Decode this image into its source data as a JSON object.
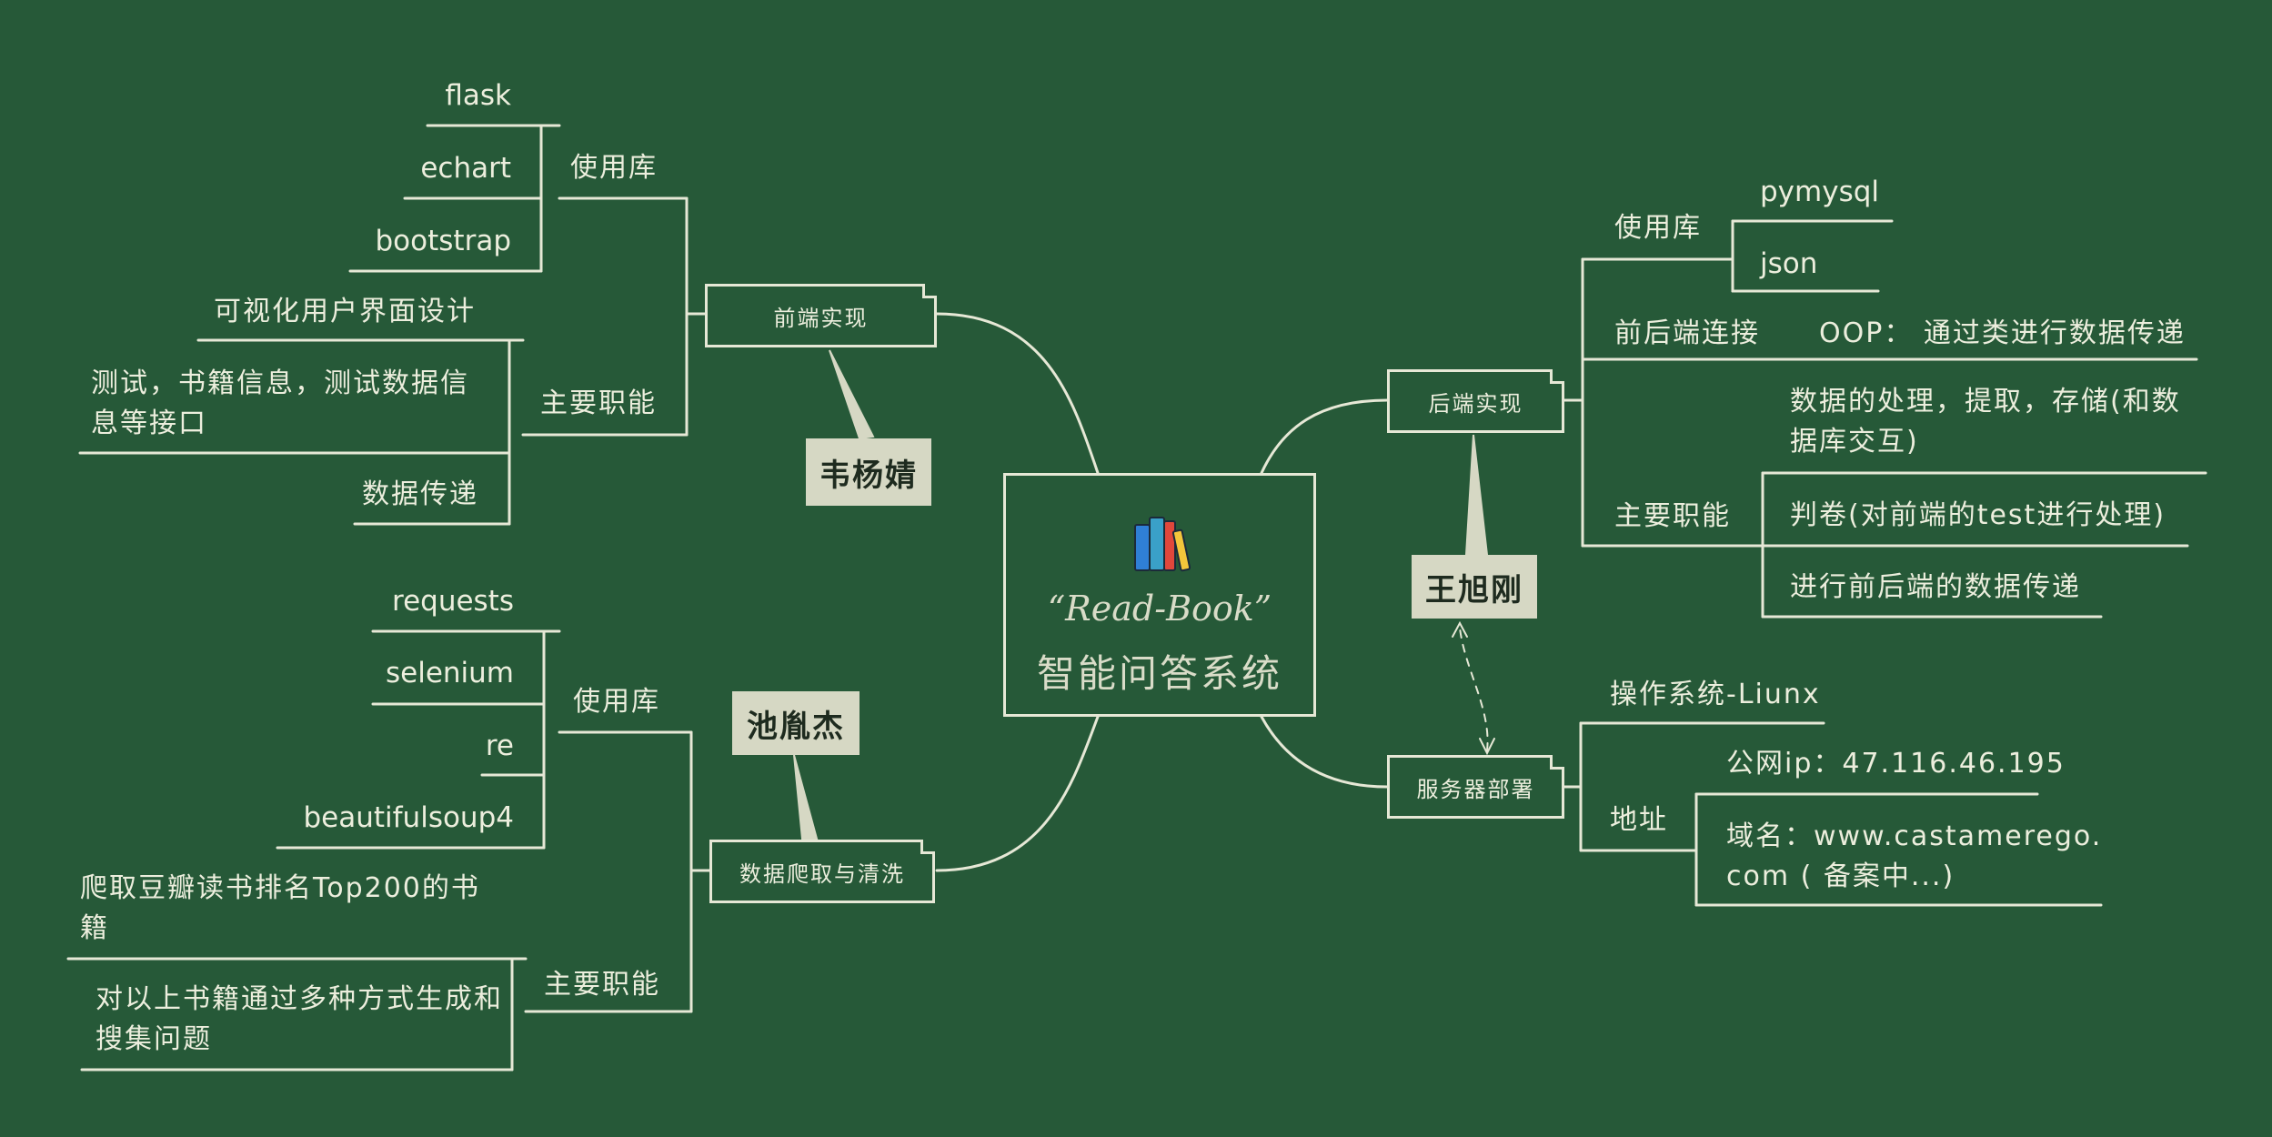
{
  "center": {
    "icon": "books-icon",
    "title_line1": "“Read-Book”",
    "title_line2": "智能问答系统"
  },
  "frontend": {
    "label": "前端实现",
    "owner": "韦杨婧",
    "libs_label": "使用库",
    "libs": [
      "flask",
      "echart",
      "bootstrap"
    ],
    "duties_label": "主要职能",
    "duties": [
      "可视化用户界面设计",
      "测试，书籍信息，测试数据信息等接口",
      "数据传递"
    ]
  },
  "crawler": {
    "label": "数据爬取与清洗",
    "owner": "池胤杰",
    "libs_label": "使用库",
    "libs": [
      "requests",
      "selenium",
      "re",
      "beautifulsoup4"
    ],
    "duties_label": "主要职能",
    "duties": [
      "爬取豆瓣读书排名Top200的书籍",
      "对以上书籍通过多种方式生成和搜集问题"
    ]
  },
  "backend": {
    "label": "后端实现",
    "owner": "王旭刚",
    "libs_label": "使用库",
    "libs": [
      "pymysql",
      "json"
    ],
    "connect_label": "前后端连接",
    "connect_value": "OOP： 通过类进行数据传递",
    "duties_label": "主要职能",
    "duties": [
      "数据的处理，提取，存储(和数据库交互)",
      "判卷(对前端的test进行处理)",
      "进行前后端的数据传递"
    ]
  },
  "server": {
    "label": "服务器部署",
    "os": "操作系统-Liunx",
    "addr_label": "地址",
    "ip": "公网ip：47.116.46.195",
    "domain": "域名：www.castamerego.com ( 备案中...)"
  },
  "colors": {
    "background": "#265938",
    "chalk": "#eceedd",
    "tag_fill": "#d6d8c4"
  }
}
